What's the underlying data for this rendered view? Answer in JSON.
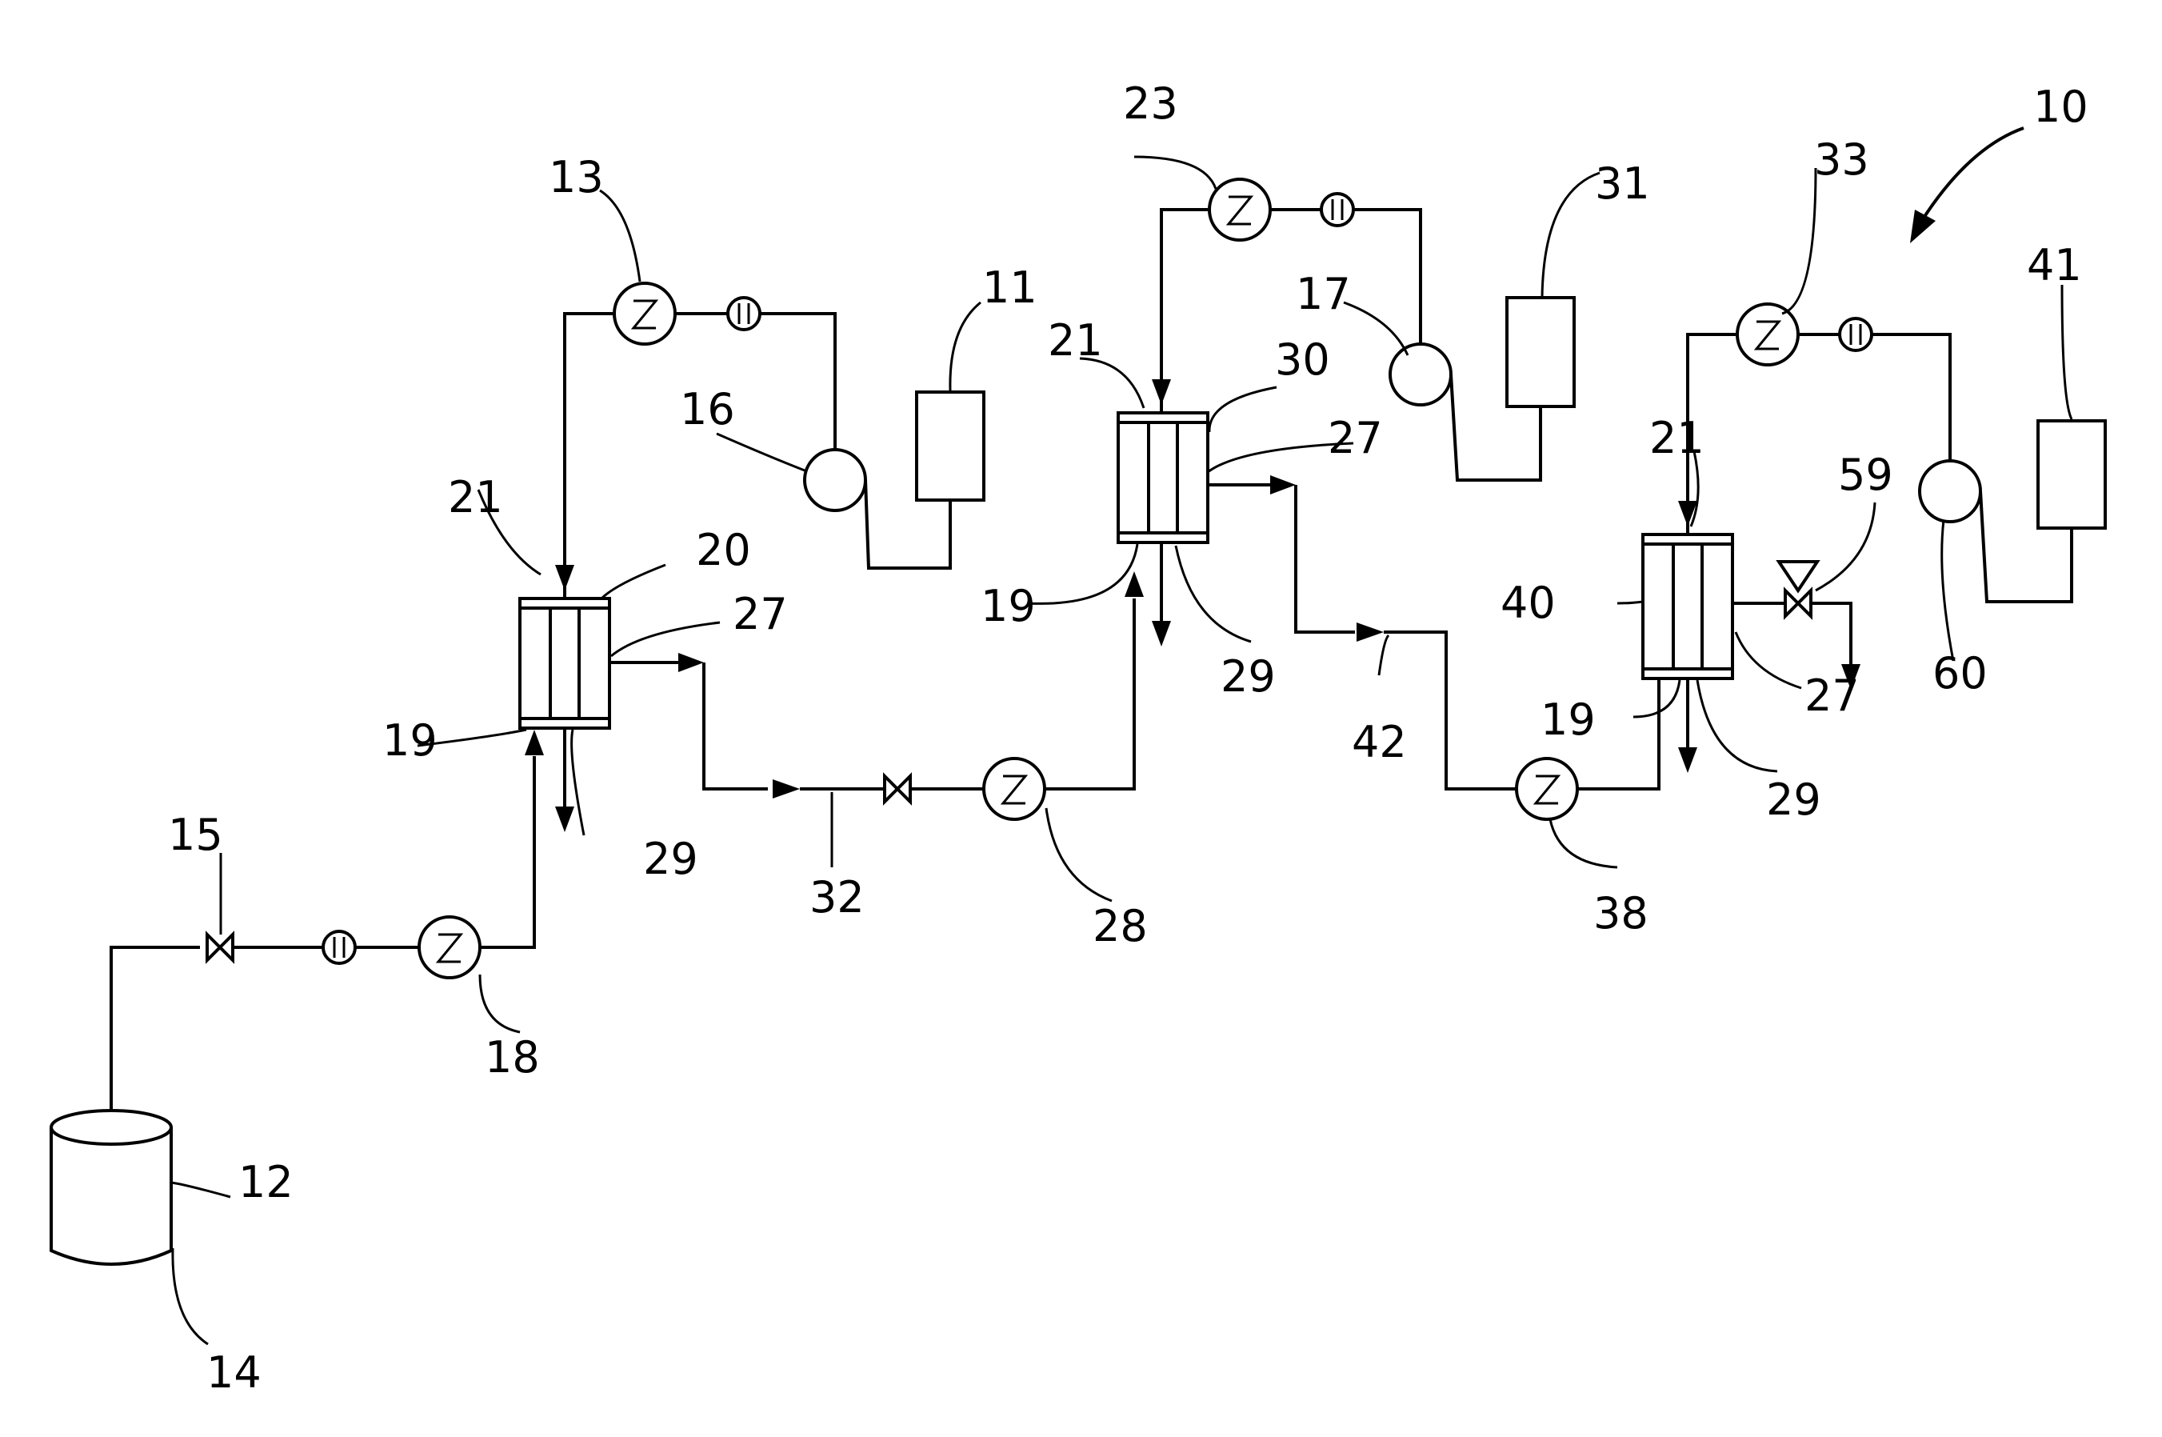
{
  "labels": {
    "l10": "10",
    "l11": "11",
    "l12": "12",
    "l13": "13",
    "l14": "14",
    "l15": "15",
    "l16": "16",
    "l17": "17",
    "l18": "18",
    "l19a": "19",
    "l19b": "19",
    "l19c": "19",
    "l20": "20",
    "l21a": "21",
    "l21b": "21",
    "l21c": "21",
    "l23": "23",
    "l27a": "27",
    "l27b": "27",
    "l27c": "27",
    "l28": "28",
    "l29a": "29",
    "l29b": "29",
    "l29c": "29",
    "l30": "30",
    "l31": "31",
    "l32": "32",
    "l33": "33",
    "l38": "38",
    "l40": "40",
    "l41": "41",
    "l42": "42",
    "l59": "59",
    "l60": "60"
  }
}
